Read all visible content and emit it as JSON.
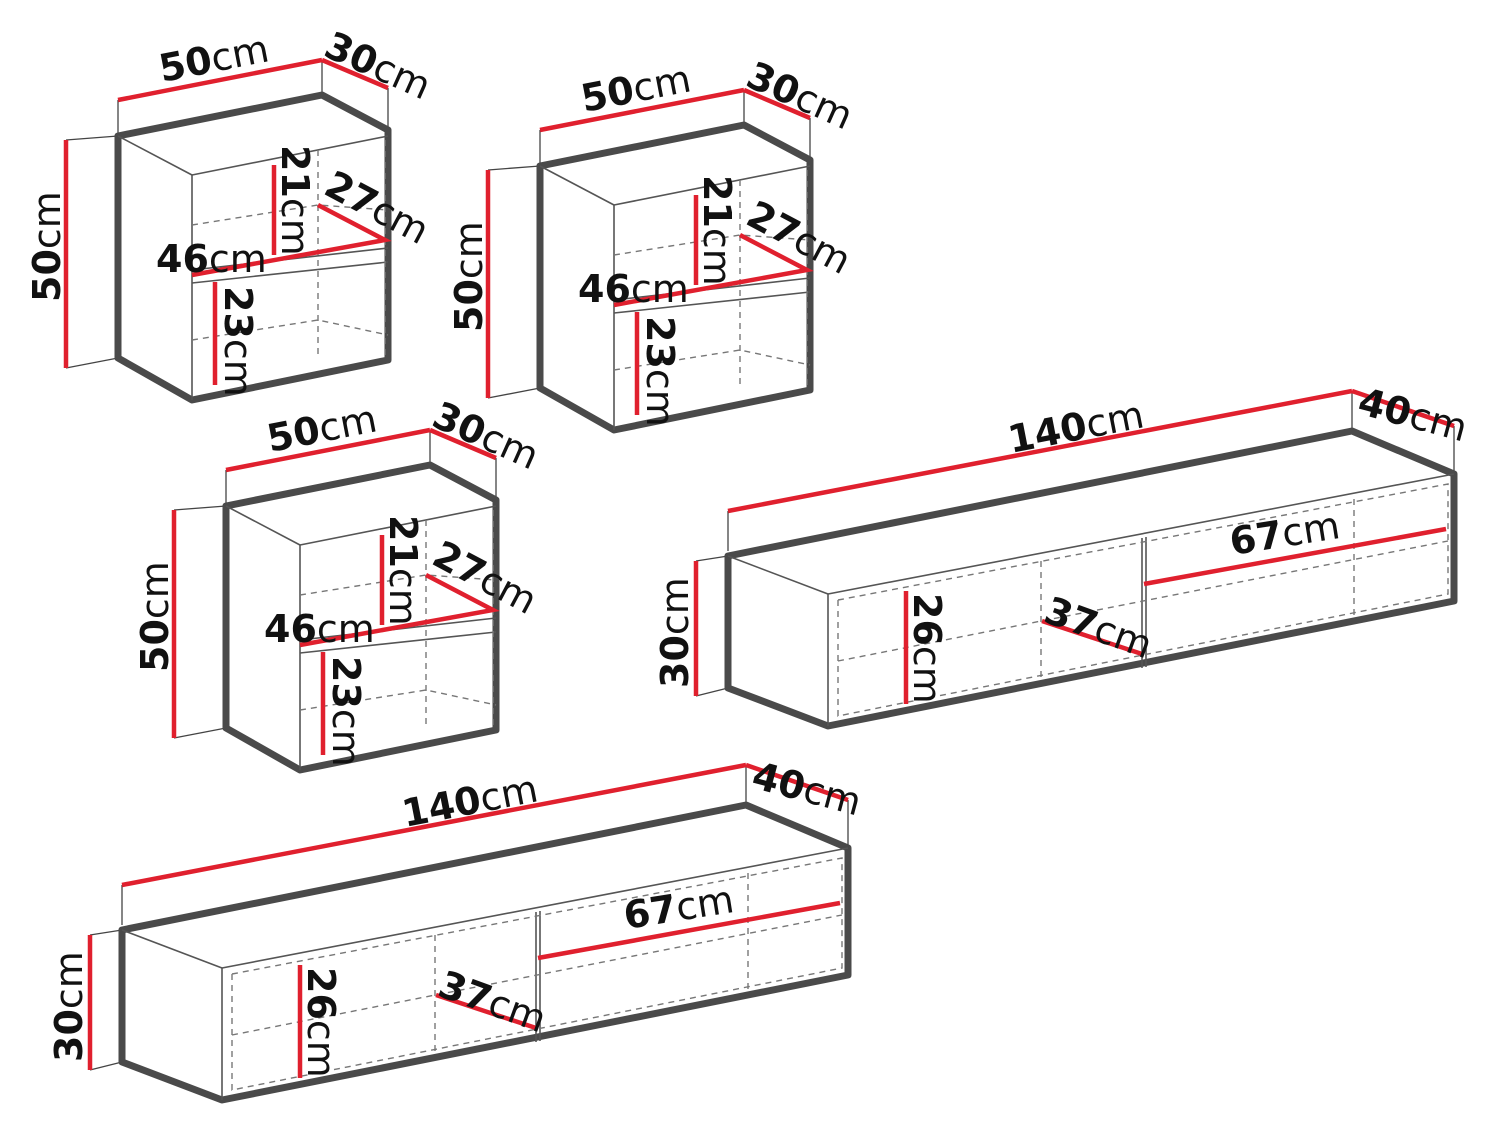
{
  "colors": {
    "dimension_line": "#e0202e",
    "outline": "#4a4a4a",
    "text": "#111111"
  },
  "cabinet_1": {
    "width": "50",
    "depth": "30",
    "height": "50",
    "upper_h": "21",
    "upper_d": "27",
    "shelf_w": "46",
    "lower_h": "23",
    "unit": "cm"
  },
  "cabinet_2": {
    "width": "50",
    "depth": "30",
    "height": "50",
    "upper_h": "21",
    "upper_d": "27",
    "shelf_w": "46",
    "lower_h": "23",
    "unit": "cm"
  },
  "cabinet_3": {
    "width": "50",
    "depth": "30",
    "height": "50",
    "upper_h": "21",
    "upper_d": "27",
    "shelf_w": "46",
    "lower_h": "23",
    "unit": "cm"
  },
  "tv_1": {
    "width": "140",
    "depth": "40",
    "height": "30",
    "comp_h": "26",
    "comp_d": "37",
    "comp_w": "67",
    "unit": "cm"
  },
  "tv_2": {
    "width": "140",
    "depth": "40",
    "height": "30",
    "comp_h": "26",
    "comp_d": "37",
    "comp_w": "67",
    "unit": "cm"
  }
}
